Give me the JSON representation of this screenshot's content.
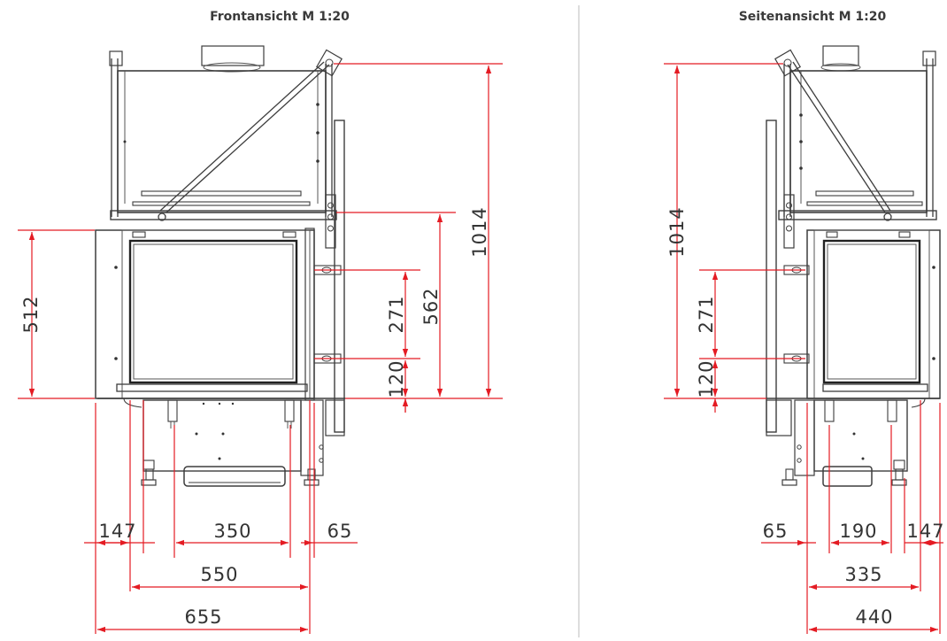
{
  "front_view": {
    "title": "Frontansicht M 1:20",
    "dimensions": {
      "total_height": "1014",
      "opening_height": "512",
      "upper_height": "562",
      "spacing_upper": "271",
      "spacing_lower": "120",
      "left_offset": "147",
      "inner_spacing": "350",
      "right_offset": "65",
      "mid_width": "550",
      "total_width": "655"
    }
  },
  "side_view": {
    "title": "Seitenansicht M 1:20",
    "dimensions": {
      "total_height": "1014",
      "spacing_upper": "271",
      "spacing_lower": "120",
      "left_offset": "65",
      "inner_spacing": "190",
      "right_offset": "147",
      "mid_width": "335",
      "total_width": "440"
    }
  },
  "colors": {
    "dimension_lines": "#e41b23",
    "outline": "#3d3d3d"
  }
}
